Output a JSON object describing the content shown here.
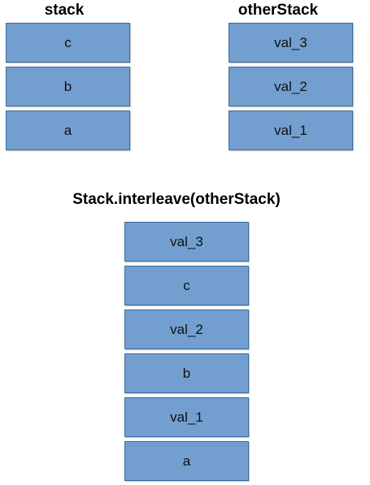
{
  "diagram": {
    "stack": {
      "title": "stack",
      "items": [
        "c",
        "b",
        "a"
      ]
    },
    "other_stack": {
      "title": "otherStack",
      "items": [
        "val_3",
        "val_2",
        "val_1"
      ]
    },
    "result": {
      "title": "Stack.interleave(otherStack)",
      "items": [
        "val_3",
        "c",
        "val_2",
        "b",
        "val_1",
        "a"
      ]
    },
    "colors": {
      "cell_fill": "#729fcf",
      "cell_border": "#3c6a99",
      "text": "#111111"
    }
  }
}
